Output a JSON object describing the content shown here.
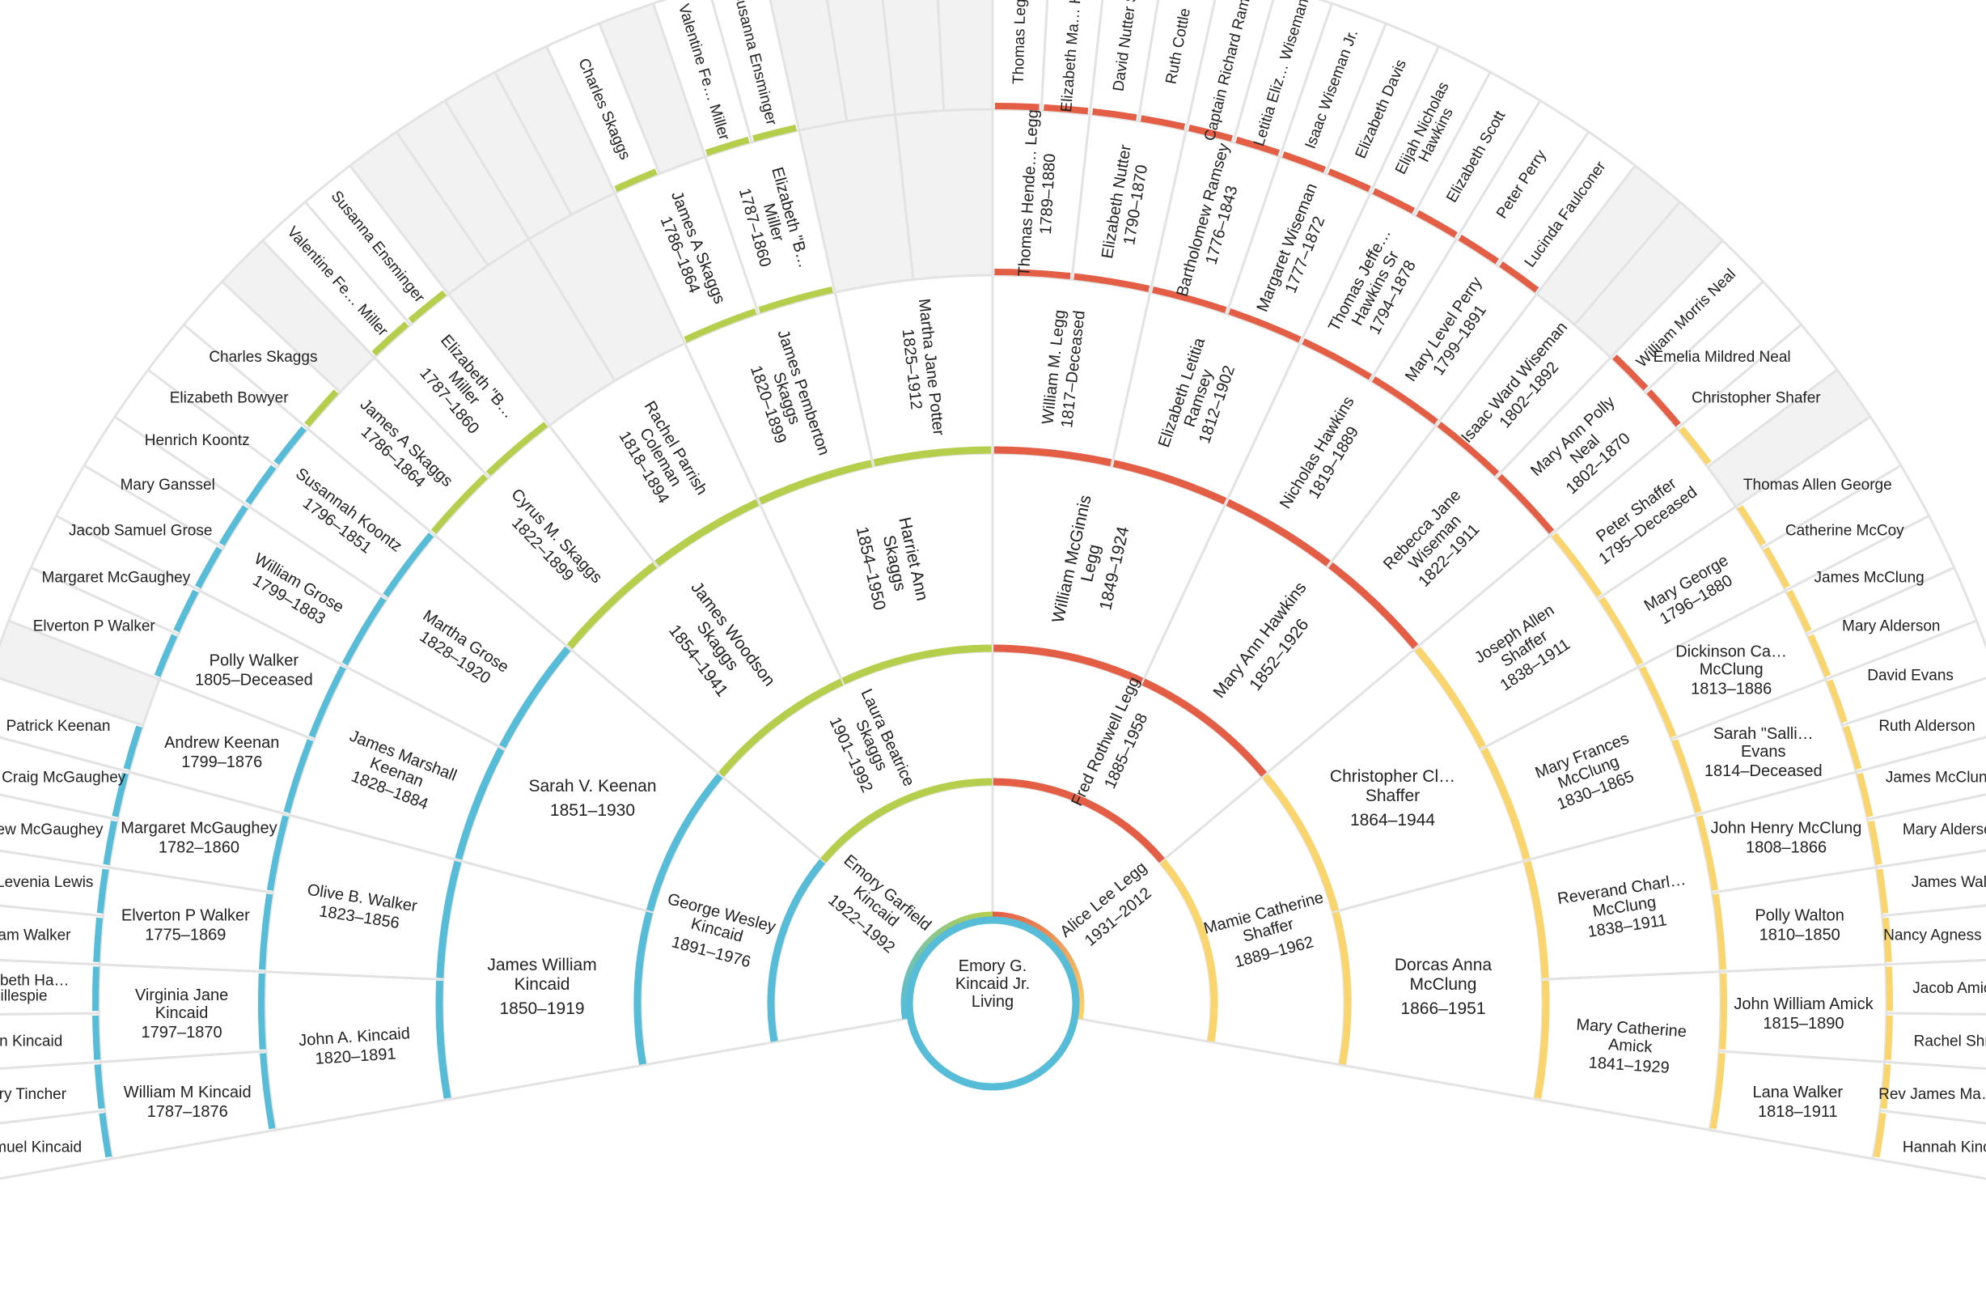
{
  "colors": {
    "green": "#b5cf4d",
    "red": "#e45d45",
    "blue": "#56bcd7",
    "yellow": "#fad56e",
    "empty_fill": "#f2f2f2",
    "cell_border": "#e3e3e3"
  },
  "root": {
    "name": "Emory G. Kincaid Jr.",
    "dates": "Living",
    "color": "blue"
  },
  "generations": [
    [
      {
        "name": "Emory Garfield Kincaid",
        "dates": "1922–1992",
        "color": "green-blue"
      },
      {
        "name": "Alice Lee Legg",
        "dates": "1931–2012",
        "color": "red-yellow"
      }
    ],
    [
      {
        "name": "George Wesley Kincaid",
        "dates": "1891–1976",
        "color": "blue"
      },
      {
        "name": "Laura Beatrice Skaggs",
        "dates": "1901–1992",
        "color": "green"
      },
      {
        "name": "Fred Rothwell Legg",
        "dates": "1885–1958",
        "color": "red"
      },
      {
        "name": "Mamie Catherine Shaffer",
        "dates": "1889–1962",
        "color": "yellow"
      }
    ],
    [
      {
        "name": "James William Kincaid",
        "dates": "1850–1919",
        "color": "blue"
      },
      {
        "name": "Sarah V. Keenan",
        "dates": "1851–1930",
        "color": "blue"
      },
      {
        "name": "James Woodson Skaggs",
        "dates": "1854–1941",
        "color": "green"
      },
      {
        "name": "Harriet Ann Skaggs",
        "dates": "1854–1950",
        "color": "green"
      },
      {
        "name": "William McGinnis Legg",
        "dates": "1849–1924",
        "color": "red"
      },
      {
        "name": "Mary Ann Hawkins",
        "dates": "1852–1926",
        "color": "red"
      },
      {
        "name": "Christopher Cl… Shaffer",
        "dates": "1864–1944",
        "color": "yellow"
      },
      {
        "name": "Dorcas Anna McClung",
        "dates": "1866–1951",
        "color": "yellow"
      }
    ],
    [
      {
        "name": "John A. Kincaid",
        "dates": "1820–1891",
        "color": "blue"
      },
      {
        "name": "Olive B. Walker",
        "dates": "1823–1856",
        "color": "blue"
      },
      {
        "name": "James Marshall Keenan",
        "dates": "1828–1884",
        "color": "blue"
      },
      {
        "name": "Martha Grose",
        "dates": "1828–1920",
        "color": "blue"
      },
      {
        "name": "Cyrus M. Skaggs",
        "dates": "1822–1899",
        "color": "green"
      },
      {
        "name": "Rachel Parrish Coleman",
        "dates": "1818–1894",
        "color": "green"
      },
      {
        "name": "James Pemberton Skaggs",
        "dates": "1820–1899",
        "color": "green"
      },
      {
        "name": "Martha Jane Potter",
        "dates": "1825–1912",
        "color": "green"
      },
      {
        "name": "William M. Legg",
        "dates": "1817–Deceased",
        "color": "red"
      },
      {
        "name": "Elizabeth Letitia Ramsey",
        "dates": "1812–1902",
        "color": "red"
      },
      {
        "name": "Nicholas Hawkins",
        "dates": "1819–1889",
        "color": "red"
      },
      {
        "name": "Rebecca Jane Wiseman",
        "dates": "1822–1911",
        "color": "red"
      },
      {
        "name": "Joseph Allen Shaffer",
        "dates": "1838–1911",
        "color": "yellow"
      },
      {
        "name": "Mary Frances McClung",
        "dates": "1830–1865",
        "color": "yellow"
      },
      {
        "name": "Reverand Charl… McClung",
        "dates": "1838–1911",
        "color": "yellow"
      },
      {
        "name": "Mary Catherine Amick",
        "dates": "1841–1929",
        "color": "yellow"
      }
    ],
    [
      {
        "name": "William M Kincaid",
        "dates": "1787–1876",
        "color": "blue"
      },
      {
        "name": "Virginia Jane Kincaid",
        "dates": "1797–1870",
        "color": "blue"
      },
      {
        "name": "Elverton P Walker",
        "dates": "1775–1869",
        "color": "blue"
      },
      {
        "name": "Margaret McGaughey",
        "dates": "1782–1860",
        "color": "blue"
      },
      {
        "name": "Andrew Keenan",
        "dates": "1799–1876",
        "color": "blue"
      },
      {
        "name": "Polly Walker",
        "dates": "1805–Deceased",
        "color": "blue"
      },
      {
        "name": "William Grose",
        "dates": "1799–1883",
        "color": "blue"
      },
      {
        "name": "Susannah Koontz",
        "dates": "1796–1851",
        "color": "blue"
      },
      {
        "name": "James A Skaggs",
        "dates": "1786–1864",
        "color": "green"
      },
      {
        "name": "Elizabeth \"B… Miller",
        "dates": "1787–1860",
        "color": "green"
      },
      null,
      null,
      {
        "name": "James A Skaggs",
        "dates": "1786–1864",
        "color": "green"
      },
      {
        "name": "Elizabeth \"B… Miller",
        "dates": "1787–1860",
        "color": "green"
      },
      null,
      null,
      {
        "name": "Thomas Hende… Legg",
        "dates": "1789–1880",
        "color": "red"
      },
      {
        "name": "Elizabeth Nutter",
        "dates": "1790–1870",
        "color": "red"
      },
      {
        "name": "Bartholomew Ramsey",
        "dates": "1776–1843",
        "color": "red"
      },
      {
        "name": "Margaret Wiseman",
        "dates": "1777–1872",
        "color": "red"
      },
      {
        "name": "Thomas Jeffe… Hawkins Sr",
        "dates": "1794–1878",
        "color": "red"
      },
      {
        "name": "Mary Level Perry",
        "dates": "1799–1891",
        "color": "red"
      },
      {
        "name": "Isaac Ward Wiseman",
        "dates": "1802–1892",
        "color": "red"
      },
      {
        "name": "Mary Ann Polly Neal",
        "dates": "1802–1870",
        "color": "red"
      },
      {
        "name": "Peter Shaffer",
        "dates": "1795–Deceased",
        "color": "yellow"
      },
      {
        "name": "Mary George",
        "dates": "1796–1880",
        "color": "yellow"
      },
      {
        "name": "Dickinson Ca… McClung",
        "dates": "1813–1886",
        "color": "yellow"
      },
      {
        "name": "Sarah \"Salli… Evans",
        "dates": "1814–Deceased",
        "color": "yellow"
      },
      {
        "name": "John Henry McClung",
        "dates": "1808–1866",
        "color": "yellow"
      },
      {
        "name": "Polly Walton",
        "dates": "1810–1850",
        "color": "yellow"
      },
      {
        "name": "John William Amick",
        "dates": "1815–1890",
        "color": "yellow"
      },
      {
        "name": "Lana Walker",
        "dates": "1818–1911",
        "color": "yellow"
      }
    ],
    [
      {
        "name": "Samuel Kincaid",
        "color": "blue"
      },
      {
        "name": "Mary Tincher",
        "color": "blue"
      },
      {
        "name": "John Kincaid",
        "color": "blue"
      },
      {
        "name": "Elizabeth Ha… Gillespie",
        "color": "blue"
      },
      {
        "name": "William Walker",
        "color": "blue"
      },
      {
        "name": "Mary Levenia Lewis",
        "color": "blue"
      },
      {
        "name": "Andrew McGaughey",
        "color": "blue"
      },
      {
        "name": "Mary Craig McGaughey",
        "color": "blue"
      },
      {
        "name": "Patrick Keenan",
        "color": "blue"
      },
      null,
      {
        "name": "Elverton P Walker",
        "color": "blue"
      },
      {
        "name": "Margaret McGaughey",
        "color": "blue"
      },
      {
        "name": "Jacob Samuel Grose",
        "color": "blue"
      },
      {
        "name": "Mary Ganssel",
        "color": "blue"
      },
      {
        "name": "Henrich Koontz",
        "color": "blue"
      },
      {
        "name": "Elizabeth Bowyer",
        "color": "blue"
      },
      {
        "name": "Charles Skaggs",
        "color": "green"
      },
      null,
      {
        "name": "Valentine Fe… Miller",
        "color": "green"
      },
      {
        "name": "Susanna Ensminger",
        "color": "green"
      },
      null,
      null,
      null,
      null,
      {
        "name": "Charles Skaggs",
        "color": "green"
      },
      null,
      {
        "name": "Valentine Fe… Miller",
        "color": "green"
      },
      {
        "name": "Susanna Ensminger",
        "color": "green"
      },
      null,
      null,
      null,
      null,
      {
        "name": "Thomas Legg III",
        "color": "red"
      },
      {
        "name": "Elizabeth Ma… Hughes",
        "color": "red"
      },
      {
        "name": "David Nutter Sr.",
        "color": "red"
      },
      {
        "name": "Ruth Cottle",
        "color": "red"
      },
      {
        "name": "Captain Richard Ramsey",
        "color": "red"
      },
      {
        "name": "Letitia Eliz… Wiseman",
        "color": "red"
      },
      {
        "name": "Isaac Wiseman Jr.",
        "color": "red"
      },
      {
        "name": "Elizabeth Davis",
        "color": "red"
      },
      {
        "name": "Elijah Nicholas Hawkins",
        "color": "red"
      },
      {
        "name": "Elizabeth Scott",
        "color": "red"
      },
      {
        "name": "Peter Perry",
        "color": "red"
      },
      {
        "name": "Lucinda Faulconer",
        "color": "red"
      },
      null,
      null,
      {
        "name": "William Morris Neal",
        "color": "red"
      },
      {
        "name": "Emelia Mildred Neal",
        "color": "red"
      },
      {
        "name": "Christopher Shafer",
        "color": "yellow"
      },
      null,
      {
        "name": "Thomas Allen George",
        "color": "yellow"
      },
      {
        "name": "Catherine McCoy",
        "color": "yellow"
      },
      {
        "name": "James McClung",
        "color": "yellow"
      },
      {
        "name": "Mary Alderson",
        "color": "yellow"
      },
      {
        "name": "David Evans",
        "color": "yellow"
      },
      {
        "name": "Ruth Alderson",
        "color": "yellow"
      },
      {
        "name": "James McClung",
        "color": "yellow"
      },
      {
        "name": "Mary Alderson",
        "color": "yellow"
      },
      {
        "name": "James Walton",
        "color": "yellow"
      },
      {
        "name": "Nancy Agness McClung",
        "color": "yellow"
      },
      {
        "name": "Jacob Amick Sr.",
        "color": "yellow"
      },
      {
        "name": "Rachel Shroyer",
        "color": "yellow"
      },
      {
        "name": "Rev James Ma… Walker",
        "color": "yellow"
      },
      {
        "name": "Hannah Kincaid",
        "color": "yellow"
      }
    ]
  ]
}
